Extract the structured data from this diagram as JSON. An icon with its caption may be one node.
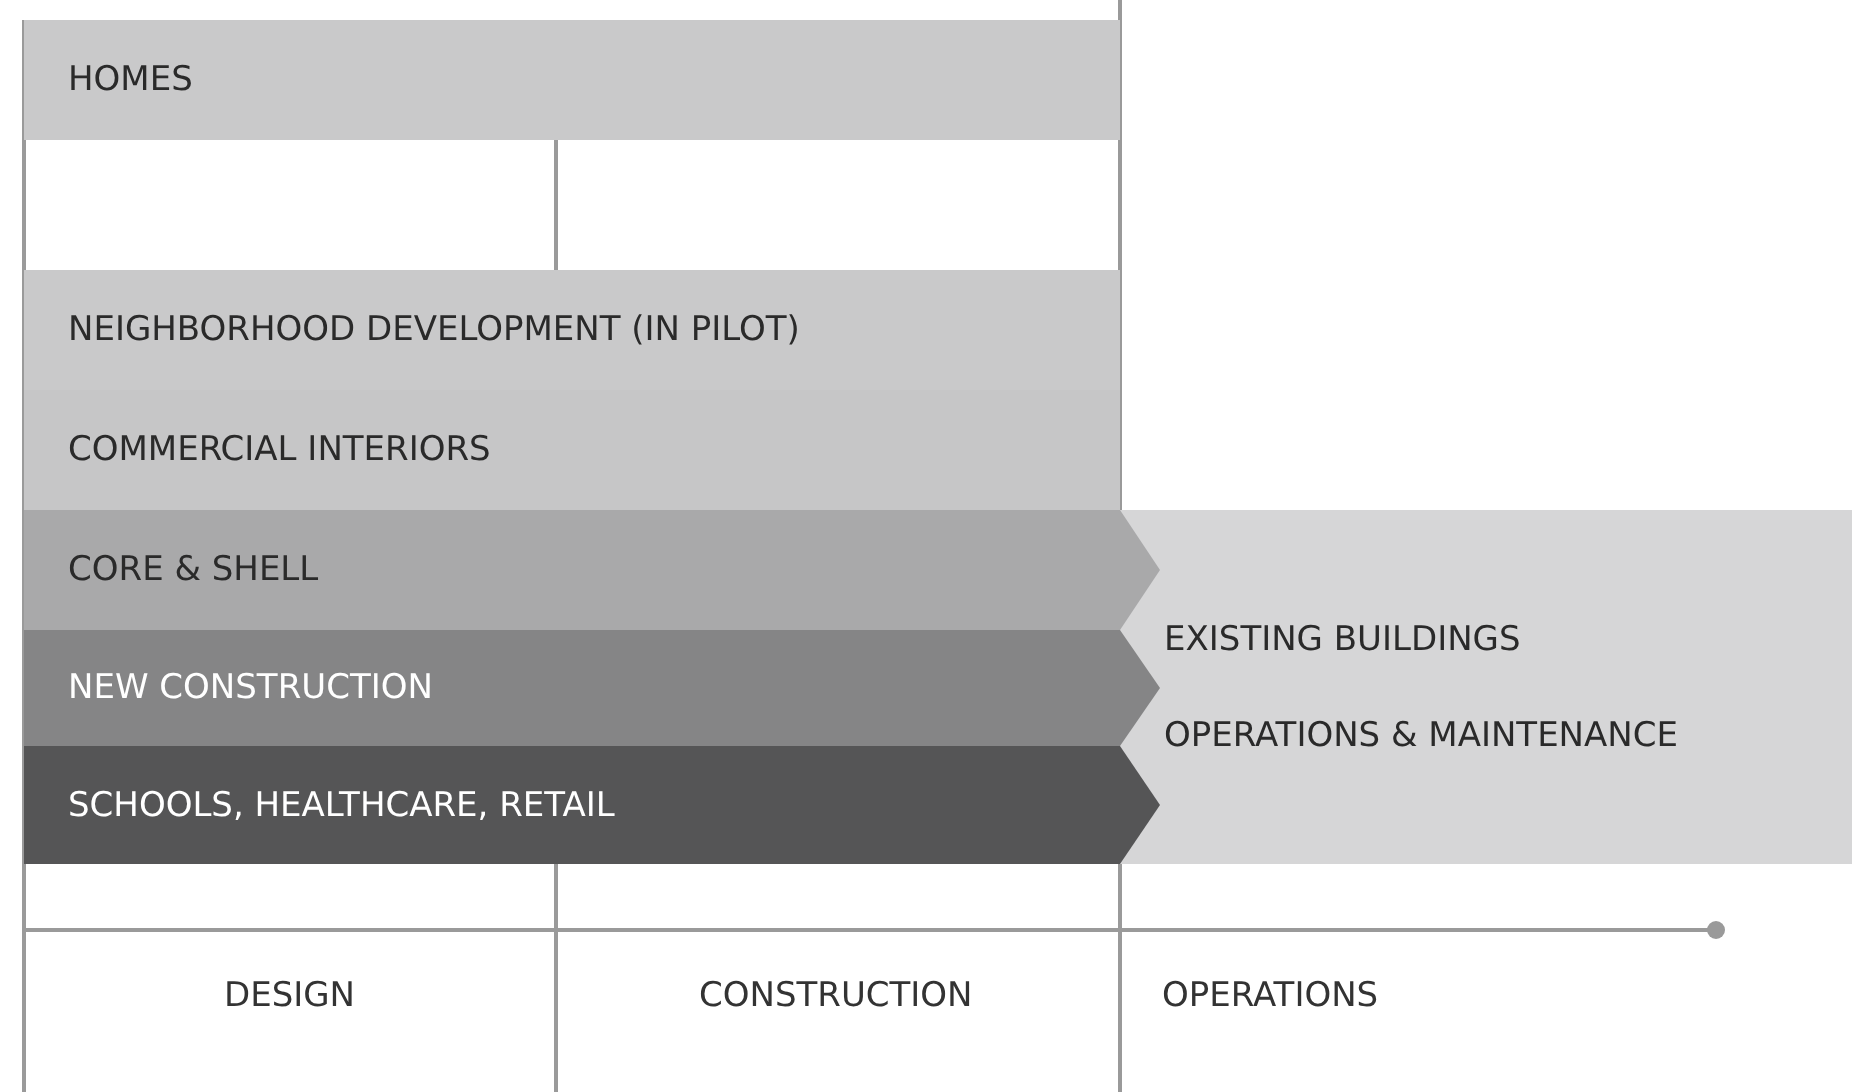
{
  "diagram": {
    "nodes": [
      {
        "text": [
          "HOMES"
        ]
      },
      {
        "text": [
          "NEIGHBORHOOD DEVELOPMENT (IN PILOT)"
        ]
      },
      {
        "text": [
          "COMMERCIAL INTERIORS"
        ]
      },
      {
        "text": [
          "CORE &  SHELL"
        ]
      },
      {
        "text": [
          "NEW CONSTRUCTION"
        ]
      },
      {
        "text": [
          "SCHOOLS, HEALTHCARE, RETAIL"
        ]
      },
      {
        "text": [
          "EXISTING BUILDINGS",
          "OPERATIONS & MAINTENANCE"
        ]
      }
    ],
    "labels": [
      "DESIGN",
      "CONSTRUCTION",
      "OPERATIONS"
    ]
  }
}
